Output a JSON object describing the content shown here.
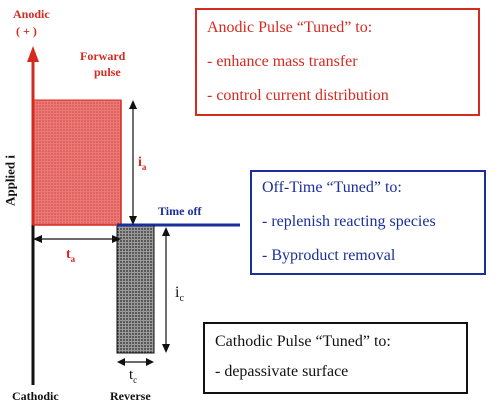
{
  "labels": {
    "anodic": "Anodic",
    "anodic_sign": "( + )",
    "forward": "Forward",
    "pulse": "pulse",
    "applied_i": "Applied i",
    "i_a": "i",
    "i_a_sub": "a",
    "time_off": "Time off",
    "t_a": "t",
    "t_a_sub": "a",
    "i_c": "i",
    "i_c_sub": "c",
    "t_c": "t",
    "t_c_sub": "c",
    "cathodic": "Cathodic",
    "reverse": "Reverse"
  },
  "boxes": {
    "anodic": {
      "title": "Anodic Pulse “Tuned” to:",
      "items": [
        "- enhance mass transfer",
        "- control current distribution"
      ]
    },
    "offtime": {
      "title": "Off-Time “Tuned” to:",
      "items": [
        "- replenish reacting species",
        "- Byproduct removal"
      ]
    },
    "cathodic": {
      "title": "Cathodic Pulse “Tuned” to:",
      "items": [
        "- depassivate surface"
      ]
    }
  },
  "colors": {
    "anodic": "#d42a20",
    "offtime": "#1a2f9a",
    "cathodic": "#111111"
  }
}
